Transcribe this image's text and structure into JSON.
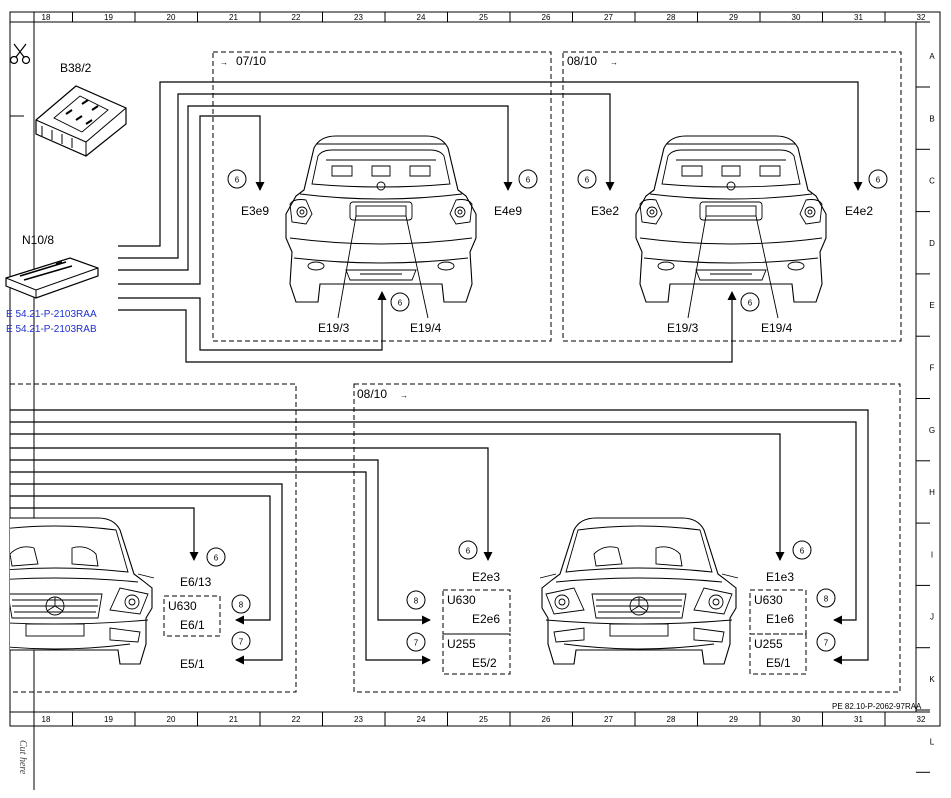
{
  "cols": [
    "18",
    "19",
    "20",
    "21",
    "22",
    "23",
    "24",
    "25",
    "26",
    "27",
    "28",
    "29",
    "30",
    "31",
    "32"
  ],
  "rows": [
    "A",
    "B",
    "C",
    "D",
    "E",
    "F",
    "G",
    "H",
    "I",
    "J",
    "K",
    "L"
  ],
  "components": {
    "fuse_box": "B38/2",
    "control_unit": "N10/8",
    "ref1": "E 54.21-P-2103RAA",
    "ref2": "E 54.21-P-2103RAB"
  },
  "sections": {
    "rear_left": "07/10",
    "rear_right": "08/10",
    "front_right": "08/10"
  },
  "labels": {
    "e3e9": "E3e9",
    "e4e9": "E4e9",
    "e193a": "E19/3",
    "e194a": "E19/4",
    "e3e2": "E3e2",
    "e4e2": "E4e2",
    "e193b": "E19/3",
    "e194b": "E19/4",
    "e613": "E6/13",
    "u630a": "U630",
    "e61": "E6/1",
    "e51a": "E5/1",
    "e2e3": "E2e3",
    "u630b": "U630",
    "e2e6": "E2e6",
    "u255a": "U255",
    "e52": "E5/2",
    "e1e3": "E1e3",
    "u630c": "U630",
    "e1e6": "E1e6",
    "u255b": "U255",
    "e51b": "E5/1"
  },
  "circles": {
    "c6": "6",
    "c7": "7",
    "c8": "8"
  },
  "footer_ref": "PE 82.10-P-2062-97RAA",
  "cut_here": "Cut here",
  "icons": [
    "scissors-icon"
  ]
}
